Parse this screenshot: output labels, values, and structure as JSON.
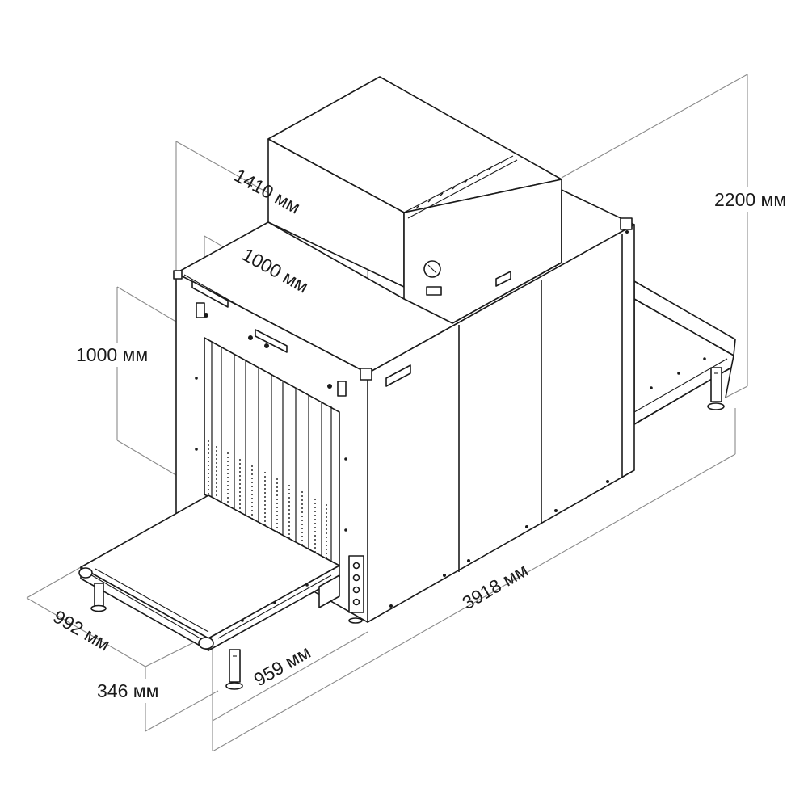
{
  "dimensions": {
    "height_total": "2200 мм",
    "length_total": "3918 мм",
    "tunnel_width": "1000 мм",
    "tunnel_height": "1000 мм",
    "body_width": "1410 мм",
    "conveyor_length": "992 мм",
    "conveyor_height": "346 мм",
    "conveyor_width": "959 мм"
  }
}
